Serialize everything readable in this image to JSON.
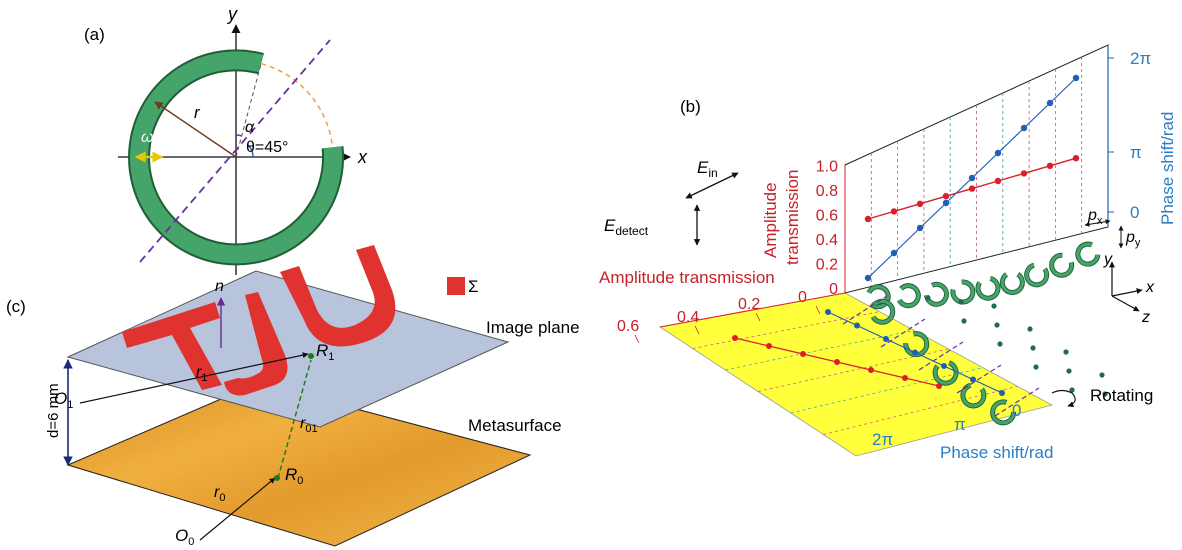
{
  "panel_a": {
    "label": "(a)",
    "axis_x": "x",
    "axis_y": "y",
    "r": "r",
    "alpha": "α",
    "omega": "ω",
    "theta": "θ=45°"
  },
  "panel_b": {
    "label": "(b)",
    "e_in": "E",
    "e_in_sub": "in",
    "e_detect": "E",
    "e_detect_sub": "detect",
    "amp_title_1": "Amplitude",
    "amp_title_2": "transmission",
    "amp_ticks": [
      "0",
      "0.2",
      "0.4",
      "0.6",
      "0.8",
      "1.0"
    ],
    "phase_title": "Phase shift/rad",
    "phase_ticks": [
      "0",
      "π",
      "2π"
    ],
    "amp_bottom_title": "Amplitude transmission",
    "amp_bottom_ticks": [
      "0",
      "0.2",
      "0.4",
      "0.6"
    ],
    "phase_bottom_title": "Phase shift/rad",
    "phase_bottom_ticks": [
      "0",
      "π",
      "2π"
    ],
    "px": "p",
    "px_sub": "x",
    "py": "p",
    "py_sub": "y",
    "axis_x": "x",
    "axis_y": "y",
    "axis_z": "z",
    "rotating": "Rotating",
    "colors": {
      "amplitude": "#d9202a",
      "phase": "#1e5fb3",
      "phase_text": "#2b7ec4",
      "ring": "#2e8b57",
      "plane": "#ffff3c"
    }
  },
  "panel_c": {
    "label": "(c)",
    "sigma_symbol": "Σ",
    "normal": "n",
    "image_plane": "Image plane",
    "metasurface": "Metasurface",
    "letters": "TJU",
    "distance": "d=6 mm",
    "r1": "r",
    "r1_sub": "1",
    "R1": "R",
    "R1_sub": "1",
    "O1": "O",
    "O1_sub": "1",
    "r01": "r",
    "r01_sub": "01",
    "r0": "r",
    "r0_sub": "0",
    "R0": "R",
    "R0_sub": "0",
    "O0": "O",
    "O0_sub": "0",
    "colors": {
      "image_plane": "#b8c4dc",
      "letters": "#e0322e",
      "metasurface": "#e7a132"
    }
  }
}
